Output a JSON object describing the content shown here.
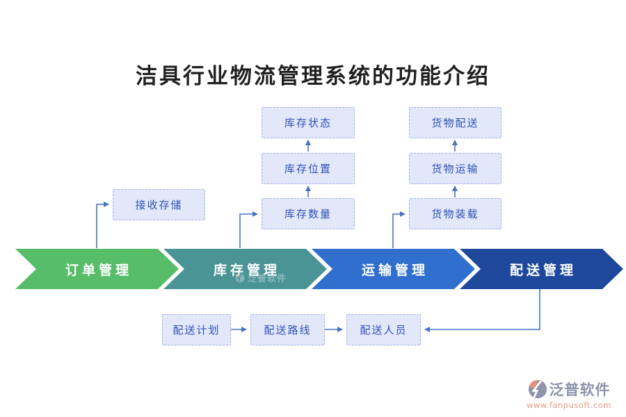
{
  "title": "洁具行业物流管理系统的功能介绍",
  "stages": [
    {
      "label": "订单管理",
      "color": "#57bd68"
    },
    {
      "label": "库存管理",
      "color": "#4a9496"
    },
    {
      "label": "运输管理",
      "color": "#306fce"
    },
    {
      "label": "配送管理",
      "color": "#1e489c"
    }
  ],
  "branches": {
    "order": [
      "接收存储"
    ],
    "inventory": [
      "库存数量",
      "库存位置",
      "库存状态"
    ],
    "transport": [
      "货物装载",
      "货物运输",
      "货物配送"
    ],
    "delivery": [
      "配送计划",
      "配送路线",
      "配送人员"
    ]
  },
  "watermark": {
    "text": "泛普软件"
  },
  "logo": {
    "brand": "泛普软件",
    "url": "www.fanpusoft.com"
  },
  "colors": {
    "node_fill": "#e2e7f9",
    "node_border": "#9fb0e6",
    "node_text": "#2d52b8",
    "connector": "#4472c4",
    "title_text": "#202020",
    "logo_gray": "#8e94a9",
    "logo_orange": "#e89a80"
  }
}
